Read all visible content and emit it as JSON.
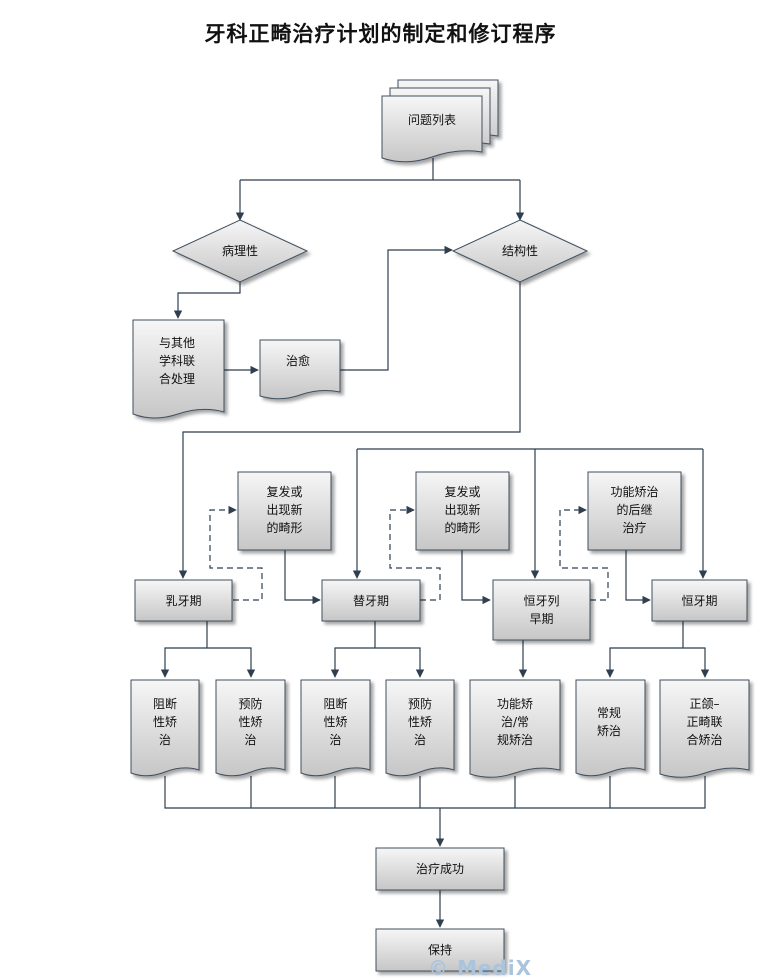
{
  "title": "牙科正畸治疗计划的制定和修订程序",
  "nodes": {
    "problem_list": "问题列表",
    "pathological": "病理性",
    "structural": "结构性",
    "other_disciplines": "与其他\n学科联\n合处理",
    "cured": "治愈",
    "deciduous": "乳牙期",
    "mixed": "替牙期",
    "early_permanent": "恒牙列\n早期",
    "permanent": "恒牙期",
    "relapse_1": "复发或\n出现新\n的畸形",
    "relapse_2": "复发或\n出现新\n的畸形",
    "functional_followup": "功能矫治\n的后继\n治疗",
    "interceptive_1": "阻断\n性矫\n治",
    "preventive_1": "预防\n性矫\n治",
    "interceptive_2": "阻断\n性矫\n治",
    "preventive_2": "预防\n性矫\n治",
    "functional_conventional": "功能矫\n治/常\n规矫治",
    "conventional": "常规\n矫治",
    "orthognathic": "正颌–\n正畸联\n合矫治",
    "success": "治疗成功",
    "retention": "保持"
  },
  "watermark": "© MediX",
  "colors": {
    "fill_top": "#f4f4f4",
    "fill_bottom": "#c9c9c9",
    "stroke": "#3f4f5f",
    "line": "#2f3f4f"
  }
}
